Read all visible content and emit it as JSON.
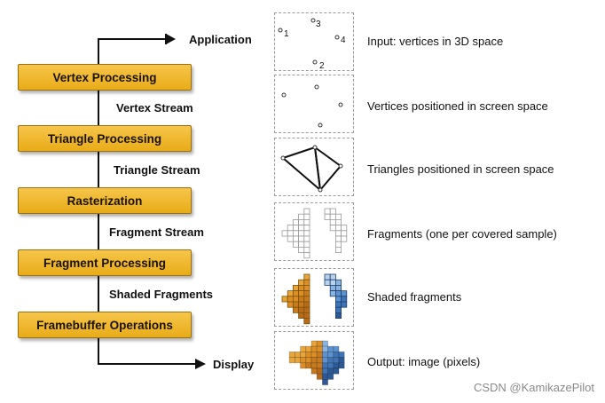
{
  "pipeline": {
    "top_label": "Application",
    "bottom_label": "Display",
    "stages": [
      {
        "label": "Vertex Processing"
      },
      {
        "label": "Triangle Processing"
      },
      {
        "label": "Rasterization"
      },
      {
        "label": "Fragment Processing"
      },
      {
        "label": "Framebuffer Operations"
      }
    ],
    "streams": [
      {
        "label": "Vertex Stream"
      },
      {
        "label": "Triangle Stream"
      },
      {
        "label": "Fragment Stream"
      },
      {
        "label": "Shaded Fragments"
      }
    ]
  },
  "panels": [
    {
      "description": "Input: vertices in 3D space",
      "vertex_labels": [
        "1",
        "3",
        "4",
        "2"
      ]
    },
    {
      "description": "Vertices positioned in screen space"
    },
    {
      "description": "Triangles positioned in screen space"
    },
    {
      "description": "Fragments (one per covered sample)"
    },
    {
      "description": "Shaded fragments"
    },
    {
      "description": "Output: image (pixels)"
    }
  ],
  "watermark": "CSDN @KamikazePilot",
  "colors": {
    "stage_fill": "#f0b82c",
    "warm_fragment": "#e3a12e",
    "cool_fragment": "#4a80c4"
  }
}
